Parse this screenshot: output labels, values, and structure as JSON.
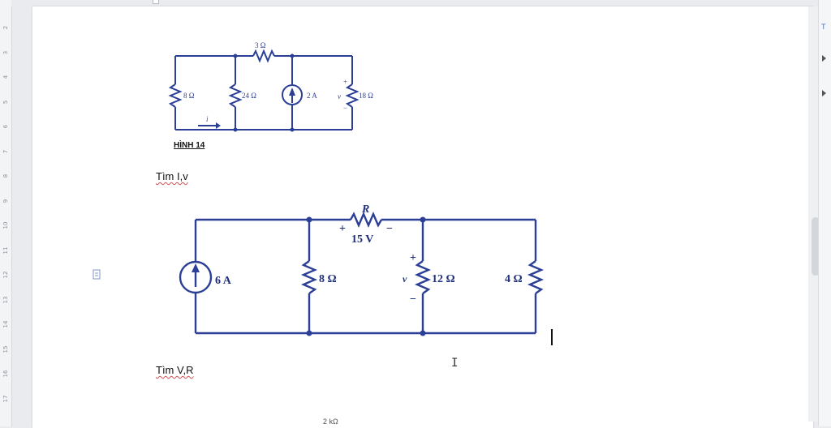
{
  "ruler": {
    "labels": [
      "2",
      "3",
      "4",
      "5",
      "6",
      "7",
      "8",
      "9",
      "10",
      "11",
      "12",
      "13",
      "14",
      "15",
      "16",
      "17"
    ]
  },
  "figure1": {
    "caption": "HÌNH 14",
    "labels": {
      "r_top": "3 Ω",
      "r_left": "8 Ω",
      "r_mid": "24 Ω",
      "source": "2 A",
      "v_plus": "+",
      "v_label": "v",
      "v_minus": "−",
      "r_right": "18 Ω",
      "current": "i"
    }
  },
  "question1": "Tìm I,v",
  "figure2": {
    "labels": {
      "source": "6 A",
      "r_8": "8 Ω",
      "r_label": "R",
      "v_top_plus": "+",
      "v_top": "15 V",
      "v_top_minus": "−",
      "v_plus": "+",
      "v_label": "v",
      "v_minus": "−",
      "r_12": "12 Ω",
      "r_4": "4 Ω"
    }
  },
  "question2": "Tìm V,R",
  "cutoff_text": "2 kΩ",
  "panel": {
    "letter": "T"
  },
  "colors": {
    "wire": "#2b3f96",
    "accent": "#4a6fb5"
  }
}
